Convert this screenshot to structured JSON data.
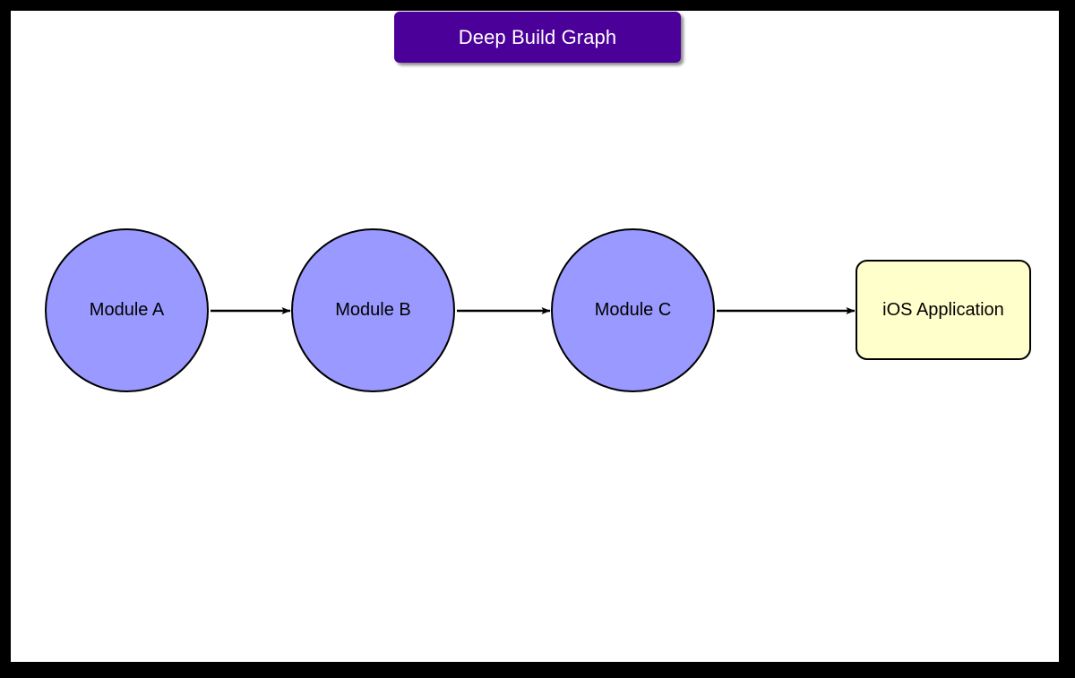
{
  "diagram": {
    "title": "Deep Build Graph",
    "title_color": "#4b0099",
    "title_text_color": "#ffffff",
    "canvas_color": "#ffffff",
    "frame_color": "#000000",
    "type": "flowchart",
    "direction": "left-to-right",
    "nodes": [
      {
        "id": "module-a",
        "label": "Module A",
        "shape": "circle",
        "fill": "#9999ff",
        "stroke": "#000000"
      },
      {
        "id": "module-b",
        "label": "Module B",
        "shape": "circle",
        "fill": "#9999ff",
        "stroke": "#000000"
      },
      {
        "id": "module-c",
        "label": "Module C",
        "shape": "circle",
        "fill": "#9999ff",
        "stroke": "#000000"
      },
      {
        "id": "ios-application",
        "label": "iOS Application",
        "shape": "rounded-rectangle",
        "fill": "#ffffcc",
        "stroke": "#000000"
      }
    ],
    "edges": [
      {
        "id": "edge-a-b",
        "from": "module-a",
        "to": "module-b",
        "label": "",
        "arrow": "solid-triangle"
      },
      {
        "id": "edge-b-c",
        "from": "module-b",
        "to": "module-c",
        "label": "",
        "arrow": "solid-triangle"
      },
      {
        "id": "edge-c-ios",
        "from": "module-c",
        "to": "ios-application",
        "label": "",
        "arrow": "solid-triangle"
      }
    ]
  }
}
